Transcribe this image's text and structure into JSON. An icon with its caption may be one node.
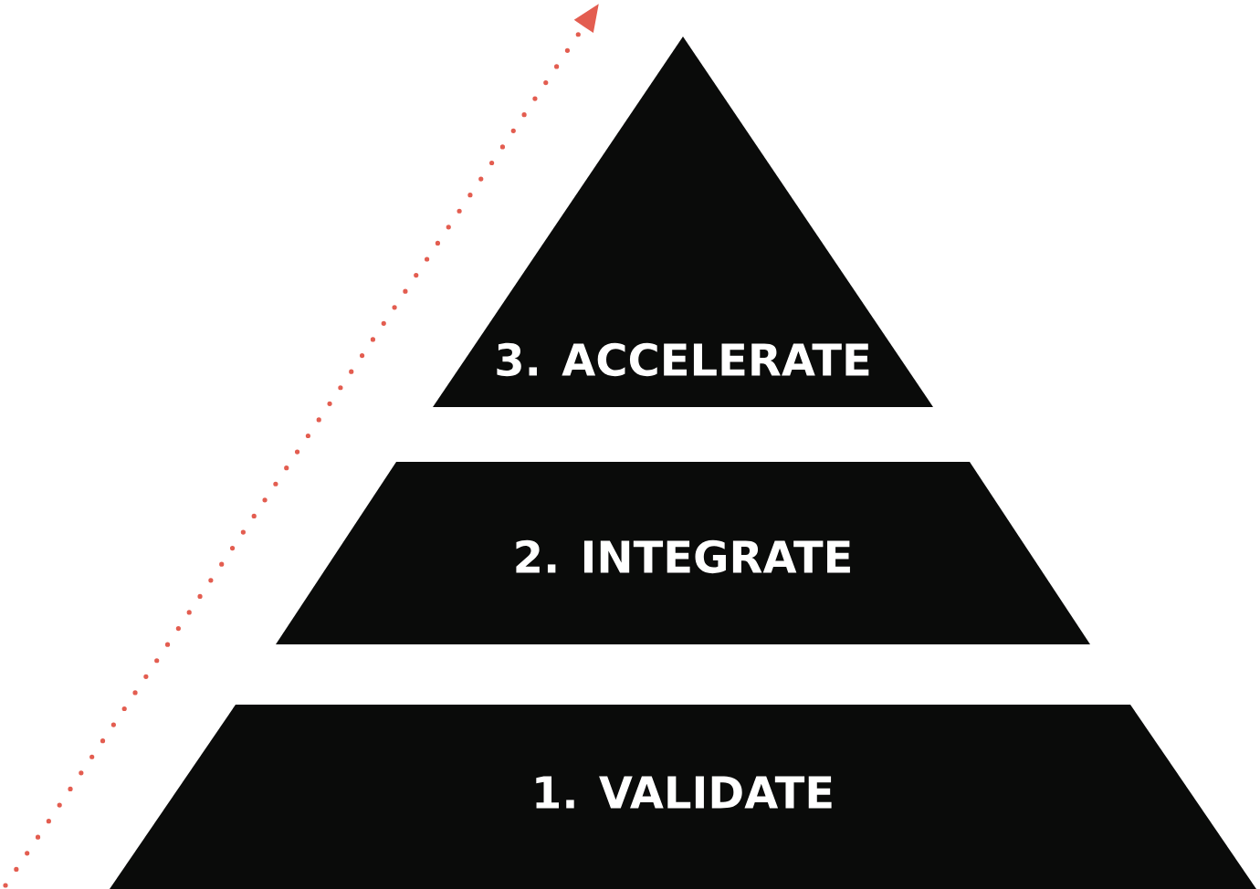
{
  "diagram": {
    "nodes": [
      {
        "text": [
          "3. ACCELERATE"
        ]
      },
      {
        "text": [
          "2. INTEGRATE"
        ]
      },
      {
        "text": [
          "1. VALIDATE"
        ]
      }
    ]
  }
}
